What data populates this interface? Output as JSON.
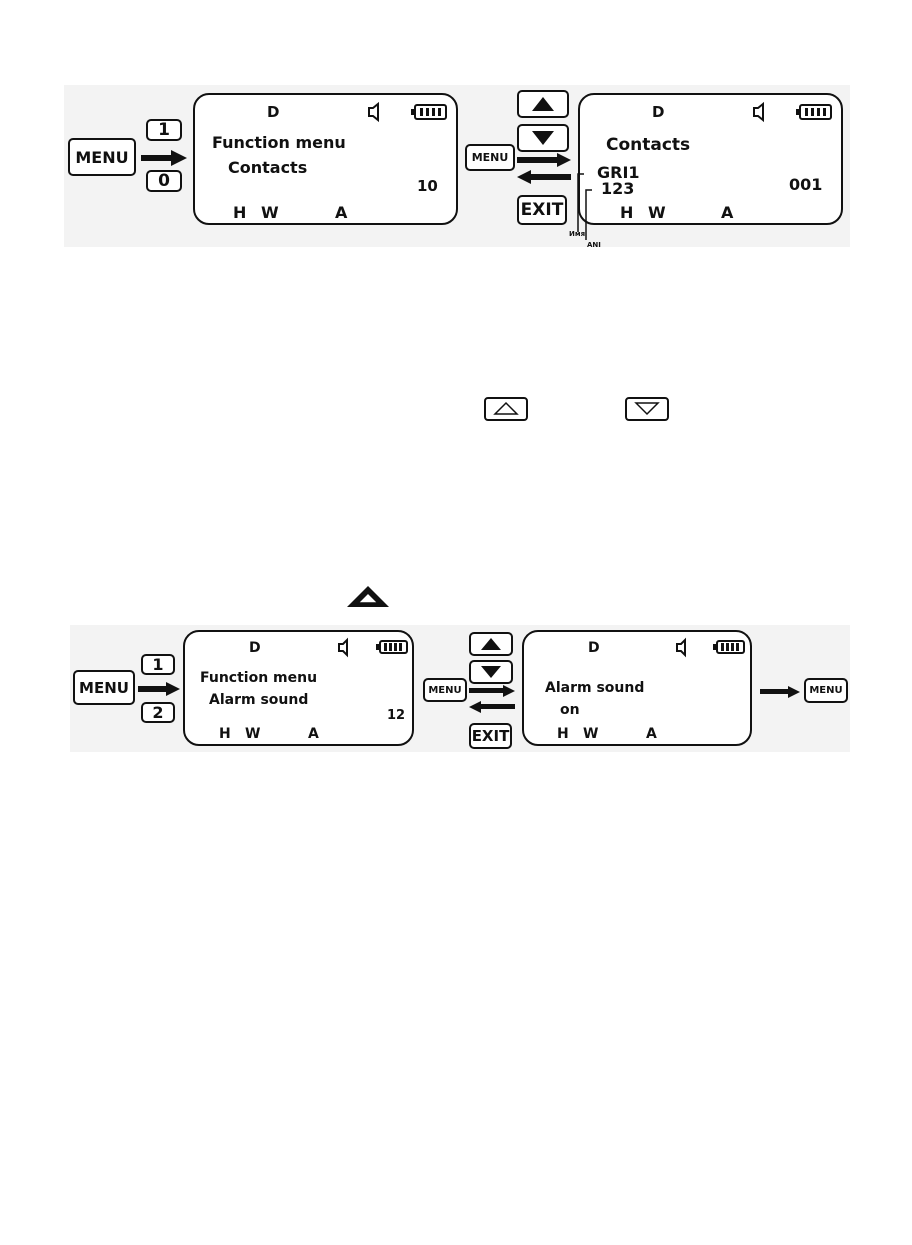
{
  "diagram1": {
    "menu_key": "MENU",
    "digit_keys": [
      "1",
      "0"
    ],
    "screen1": {
      "channel": "D",
      "line1": "Function menu",
      "line2": "Contacts",
      "number": "10",
      "indicators": [
        "H",
        "W",
        "A"
      ]
    },
    "menu_key_small": "MENU",
    "exit_key": "EXIT",
    "screen2": {
      "channel": "D",
      "line1": "Contacts",
      "name": "GRI1",
      "ani": "123",
      "number": "001",
      "indicators": [
        "H",
        "W",
        "A"
      ]
    },
    "callout_name": "Имя",
    "callout_ani": "ANI"
  },
  "diagram2": {
    "menu_key": "MENU",
    "digit_keys": [
      "1",
      "2"
    ],
    "screen1": {
      "channel": "D",
      "line1": "Function menu",
      "line2": "Alarm sound",
      "number": "12",
      "indicators": [
        "H",
        "W",
        "A"
      ]
    },
    "menu_key_small": "MENU",
    "exit_key": "EXIT",
    "screen2": {
      "channel": "D",
      "line1": "Alarm sound",
      "line2": "on",
      "indicators": [
        "H",
        "W",
        "A"
      ]
    },
    "menu_key_end": "MENU"
  },
  "icons": {
    "speaker": "speaker-icon",
    "battery": "battery-icon",
    "up": "arrow-up-key-icon",
    "down": "arrow-down-key-icon",
    "inline_up": "outline-up-key-icon",
    "inline_down": "outline-down-key-icon",
    "inline_filled_up": "filled-up-key-icon"
  }
}
